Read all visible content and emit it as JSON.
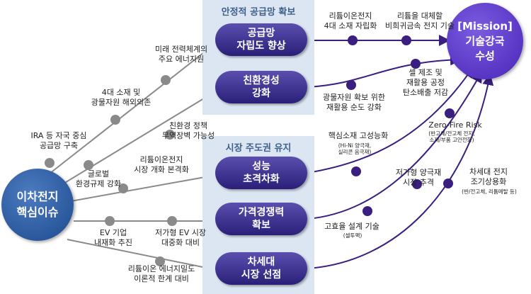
{
  "panels": {
    "stable_supply": "안정적 공급망 확보",
    "market_lead": "시장 주도권 유지"
  },
  "core": "이차전지\n핵심이슈",
  "mission": "[Mission]\n기술강국\n수성",
  "goals": {
    "g1": "공급망\n자립도 향상",
    "g2": "친환경성\n강화",
    "g3": "성능\n초격차화",
    "g4": "가격경쟁력\n확보",
    "g5": "차세대\n시장 선점"
  },
  "issues": {
    "i1": "미래 전력체계의\n주요 에너지원",
    "i2": "4대 소재 및\n광물자원 해외의존",
    "i3": "IRA 등 자국 중심\n공급망 구축",
    "i4": "친환경 정책\n무역장벽 가능성",
    "i5": "글로벌\n환경규제 강화",
    "i6": "리튬이온전지\n시장 개화 본격화",
    "i7": "EV 기업\n내재화 추진",
    "i8": "저가형 EV 시장\n대중화 대비",
    "i9": "리튬이온 에너지밀도\n이론적 한계 대비"
  },
  "tasks": {
    "t1": "리튬이온전지\n4대 소재 자립화",
    "t2": "리튬을 대체할\n비희귀금속 전지 기술",
    "t3": "광물자원 확보 위한\n재활용 순도 강화",
    "t4": "셀 제조 및\n재활용 공정\n탄소배출 저감",
    "t5": "핵심소재 고성능화",
    "t5_sub": "(Hi-Ni 양극재,\n실리콘 음극재)",
    "t6": "Zero-Fire Risk",
    "t6_sub": "(반고체/전고체 전지,\n소재/부품 고안전화)",
    "t7": "저가형 양극재\n시장 추격",
    "t8": "고효율 설계 기술",
    "t8_sub": "(셀투팩)",
    "t9": "차세대 전지\n조기상용화",
    "t9_sub": "(반/전고체, 리튬메탈 등)"
  },
  "colors": {
    "gray_line": "#8a8a8a",
    "purple_line": "#3a1e80",
    "panel": "#dce6f2"
  }
}
